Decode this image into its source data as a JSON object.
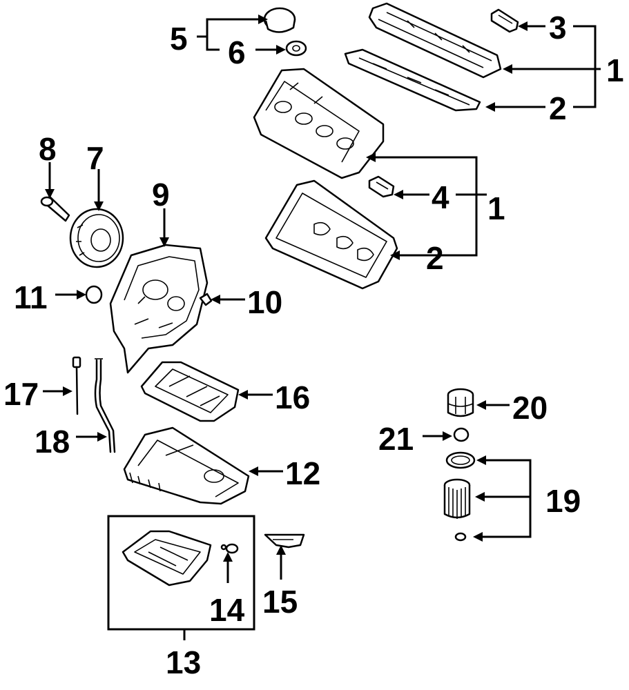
{
  "callouts": [
    {
      "id": "c1a",
      "label": "1"
    },
    {
      "id": "c1b",
      "label": "1"
    },
    {
      "id": "c2a",
      "label": "2"
    },
    {
      "id": "c2b",
      "label": "2"
    },
    {
      "id": "c3",
      "label": "3"
    },
    {
      "id": "c4",
      "label": "4"
    },
    {
      "id": "c5",
      "label": "5"
    },
    {
      "id": "c6",
      "label": "6"
    },
    {
      "id": "c7",
      "label": "7"
    },
    {
      "id": "c8",
      "label": "8"
    },
    {
      "id": "c9",
      "label": "9"
    },
    {
      "id": "c10",
      "label": "10"
    },
    {
      "id": "c11",
      "label": "11"
    },
    {
      "id": "c12",
      "label": "12"
    },
    {
      "id": "c13",
      "label": "13"
    },
    {
      "id": "c14",
      "label": "14"
    },
    {
      "id": "c15",
      "label": "15"
    },
    {
      "id": "c16",
      "label": "16"
    },
    {
      "id": "c17",
      "label": "17"
    },
    {
      "id": "c18",
      "label": "18"
    },
    {
      "id": "c19",
      "label": "19"
    },
    {
      "id": "c20",
      "label": "20"
    },
    {
      "id": "c21",
      "label": "21"
    }
  ],
  "colors": {
    "line": "#000000",
    "background": "#ffffff"
  }
}
